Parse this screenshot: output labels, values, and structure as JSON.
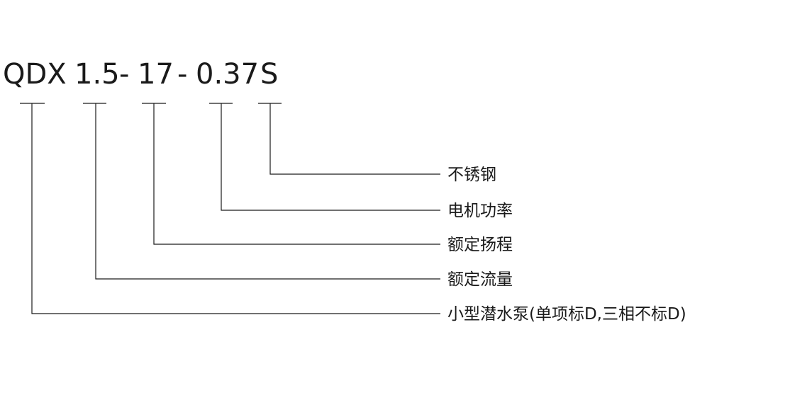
{
  "code": {
    "segments": [
      "QDX",
      "1.5",
      "-",
      "17",
      "-",
      "0.37",
      "S"
    ]
  },
  "descriptions": [
    "不锈钢",
    "电机功率",
    "额定扬程",
    "额定流量",
    "小型潜水泵(单项标D,三相不标D)"
  ]
}
